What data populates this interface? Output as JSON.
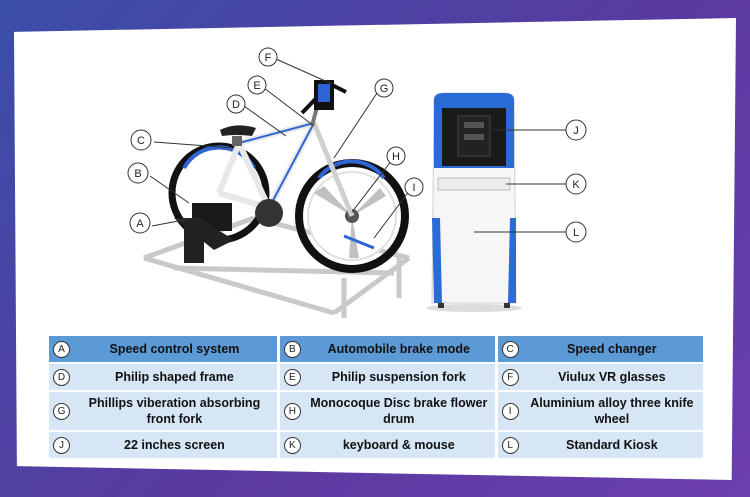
{
  "accent_colors": {
    "header_row": "#5c9ad6",
    "row": "#d6e6f5",
    "bike_blue": "#1f5bc4"
  },
  "callouts": [
    "A",
    "B",
    "C",
    "D",
    "E",
    "F",
    "G",
    "H",
    "I",
    "J",
    "K",
    "L"
  ],
  "legend": [
    [
      {
        "letter": "A",
        "text": "Speed control system"
      },
      {
        "letter": "B",
        "text": "Automobile brake mode"
      },
      {
        "letter": "C",
        "text": "Speed changer"
      }
    ],
    [
      {
        "letter": "D",
        "text": "Philip shaped frame"
      },
      {
        "letter": "E",
        "text": "Philip suspension fork"
      },
      {
        "letter": "F",
        "text": "Viulux VR glasses"
      }
    ],
    [
      {
        "letter": "G",
        "text": "Phillips viberation absorbing front fork"
      },
      {
        "letter": "H",
        "text": "Monocoque Disc brake flower drum"
      },
      {
        "letter": "I",
        "text": "Aluminium alloy  three knife wheel"
      }
    ],
    [
      {
        "letter": "J",
        "text": "22 inches screen"
      },
      {
        "letter": "K",
        "text": "keyboard & mouse"
      },
      {
        "letter": "L",
        "text": "Standard Kiosk"
      }
    ]
  ]
}
